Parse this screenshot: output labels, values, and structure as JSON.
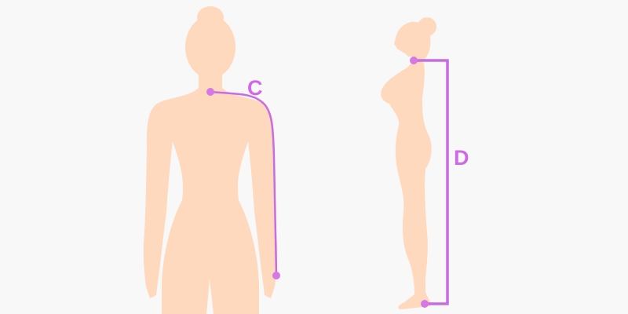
{
  "colors": {
    "background": "#f8f8f9",
    "skin": "#ffd9bd",
    "measure_line": "#c96be3",
    "measure_point": "#d777e6",
    "label": "#d069e6"
  },
  "measurements": {
    "sleeve": {
      "label": "C",
      "icon": "sleeve-length-line"
    },
    "height": {
      "label": "D",
      "icon": "neck-to-floor-line"
    }
  }
}
